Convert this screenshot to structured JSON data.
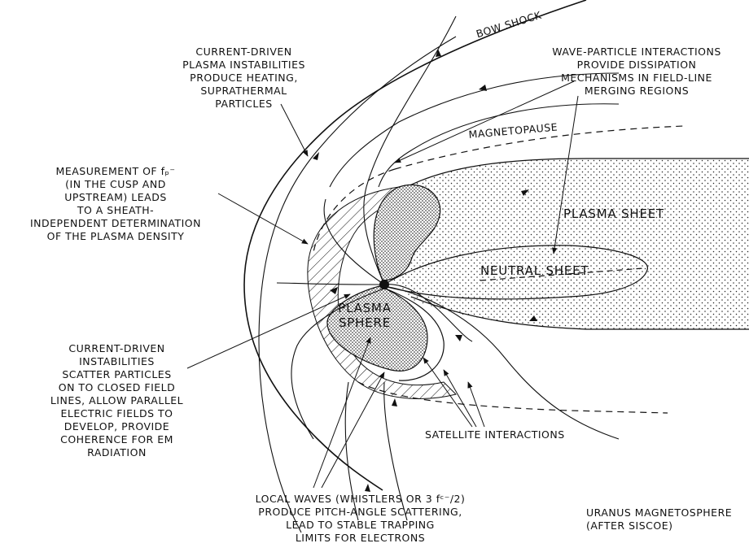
{
  "labels": {
    "bow_shock": "BOW SHOCK",
    "magnetopause": "MAGNETOPAUSE",
    "plasma_sheet": "PLASMA SHEET",
    "neutral_sheet": "NEUTRAL SHEET",
    "plasma_sphere": [
      "PLASMA",
      "SPHERE"
    ],
    "current_driven_heating": [
      "CURRENT-DRIVEN",
      "PLASMA INSTABILITIES",
      "PRODUCE HEATING,",
      "SUPRATHERMAL",
      "PARTICLES"
    ],
    "wave_particle": [
      "WAVE-PARTICLE INTERACTIONS",
      "PROVIDE DISSIPATION",
      "MECHANISMS IN FIELD-LINE",
      "MERGING REGIONS"
    ],
    "measurement": [
      "MEASUREMENT OF fₚ⁻",
      "(IN THE CUSP AND",
      "UPSTREAM) LEADS",
      "TO A SHEATH-",
      "INDEPENDENT DETERMINATION",
      "OF THE PLASMA DENSITY"
    ],
    "current_driven_scatter": [
      "CURRENT-DRIVEN",
      "INSTABILITIES",
      "SCATTER PARTICLES",
      "ON TO CLOSED FIELD",
      "LINES, ALLOW PARALLEL",
      "ELECTRIC FIELDS TO",
      "DEVELOP, PROVIDE",
      "COHERENCE FOR EM",
      "RADIATION"
    ],
    "satellite_interactions": "SATELLITE INTERACTIONS",
    "local_waves": [
      "LOCAL WAVES (WHISTLERS OR 3 fᶜ⁻/2)",
      "PRODUCE PITCH-ANGLE SCATTERING,",
      "LEAD TO STABLE TRAPPING",
      "LIMITS FOR ELECTRONS"
    ],
    "caption": [
      "URANUS MAGNETOSPHERE",
      "(AFTER SISCOE)"
    ]
  }
}
